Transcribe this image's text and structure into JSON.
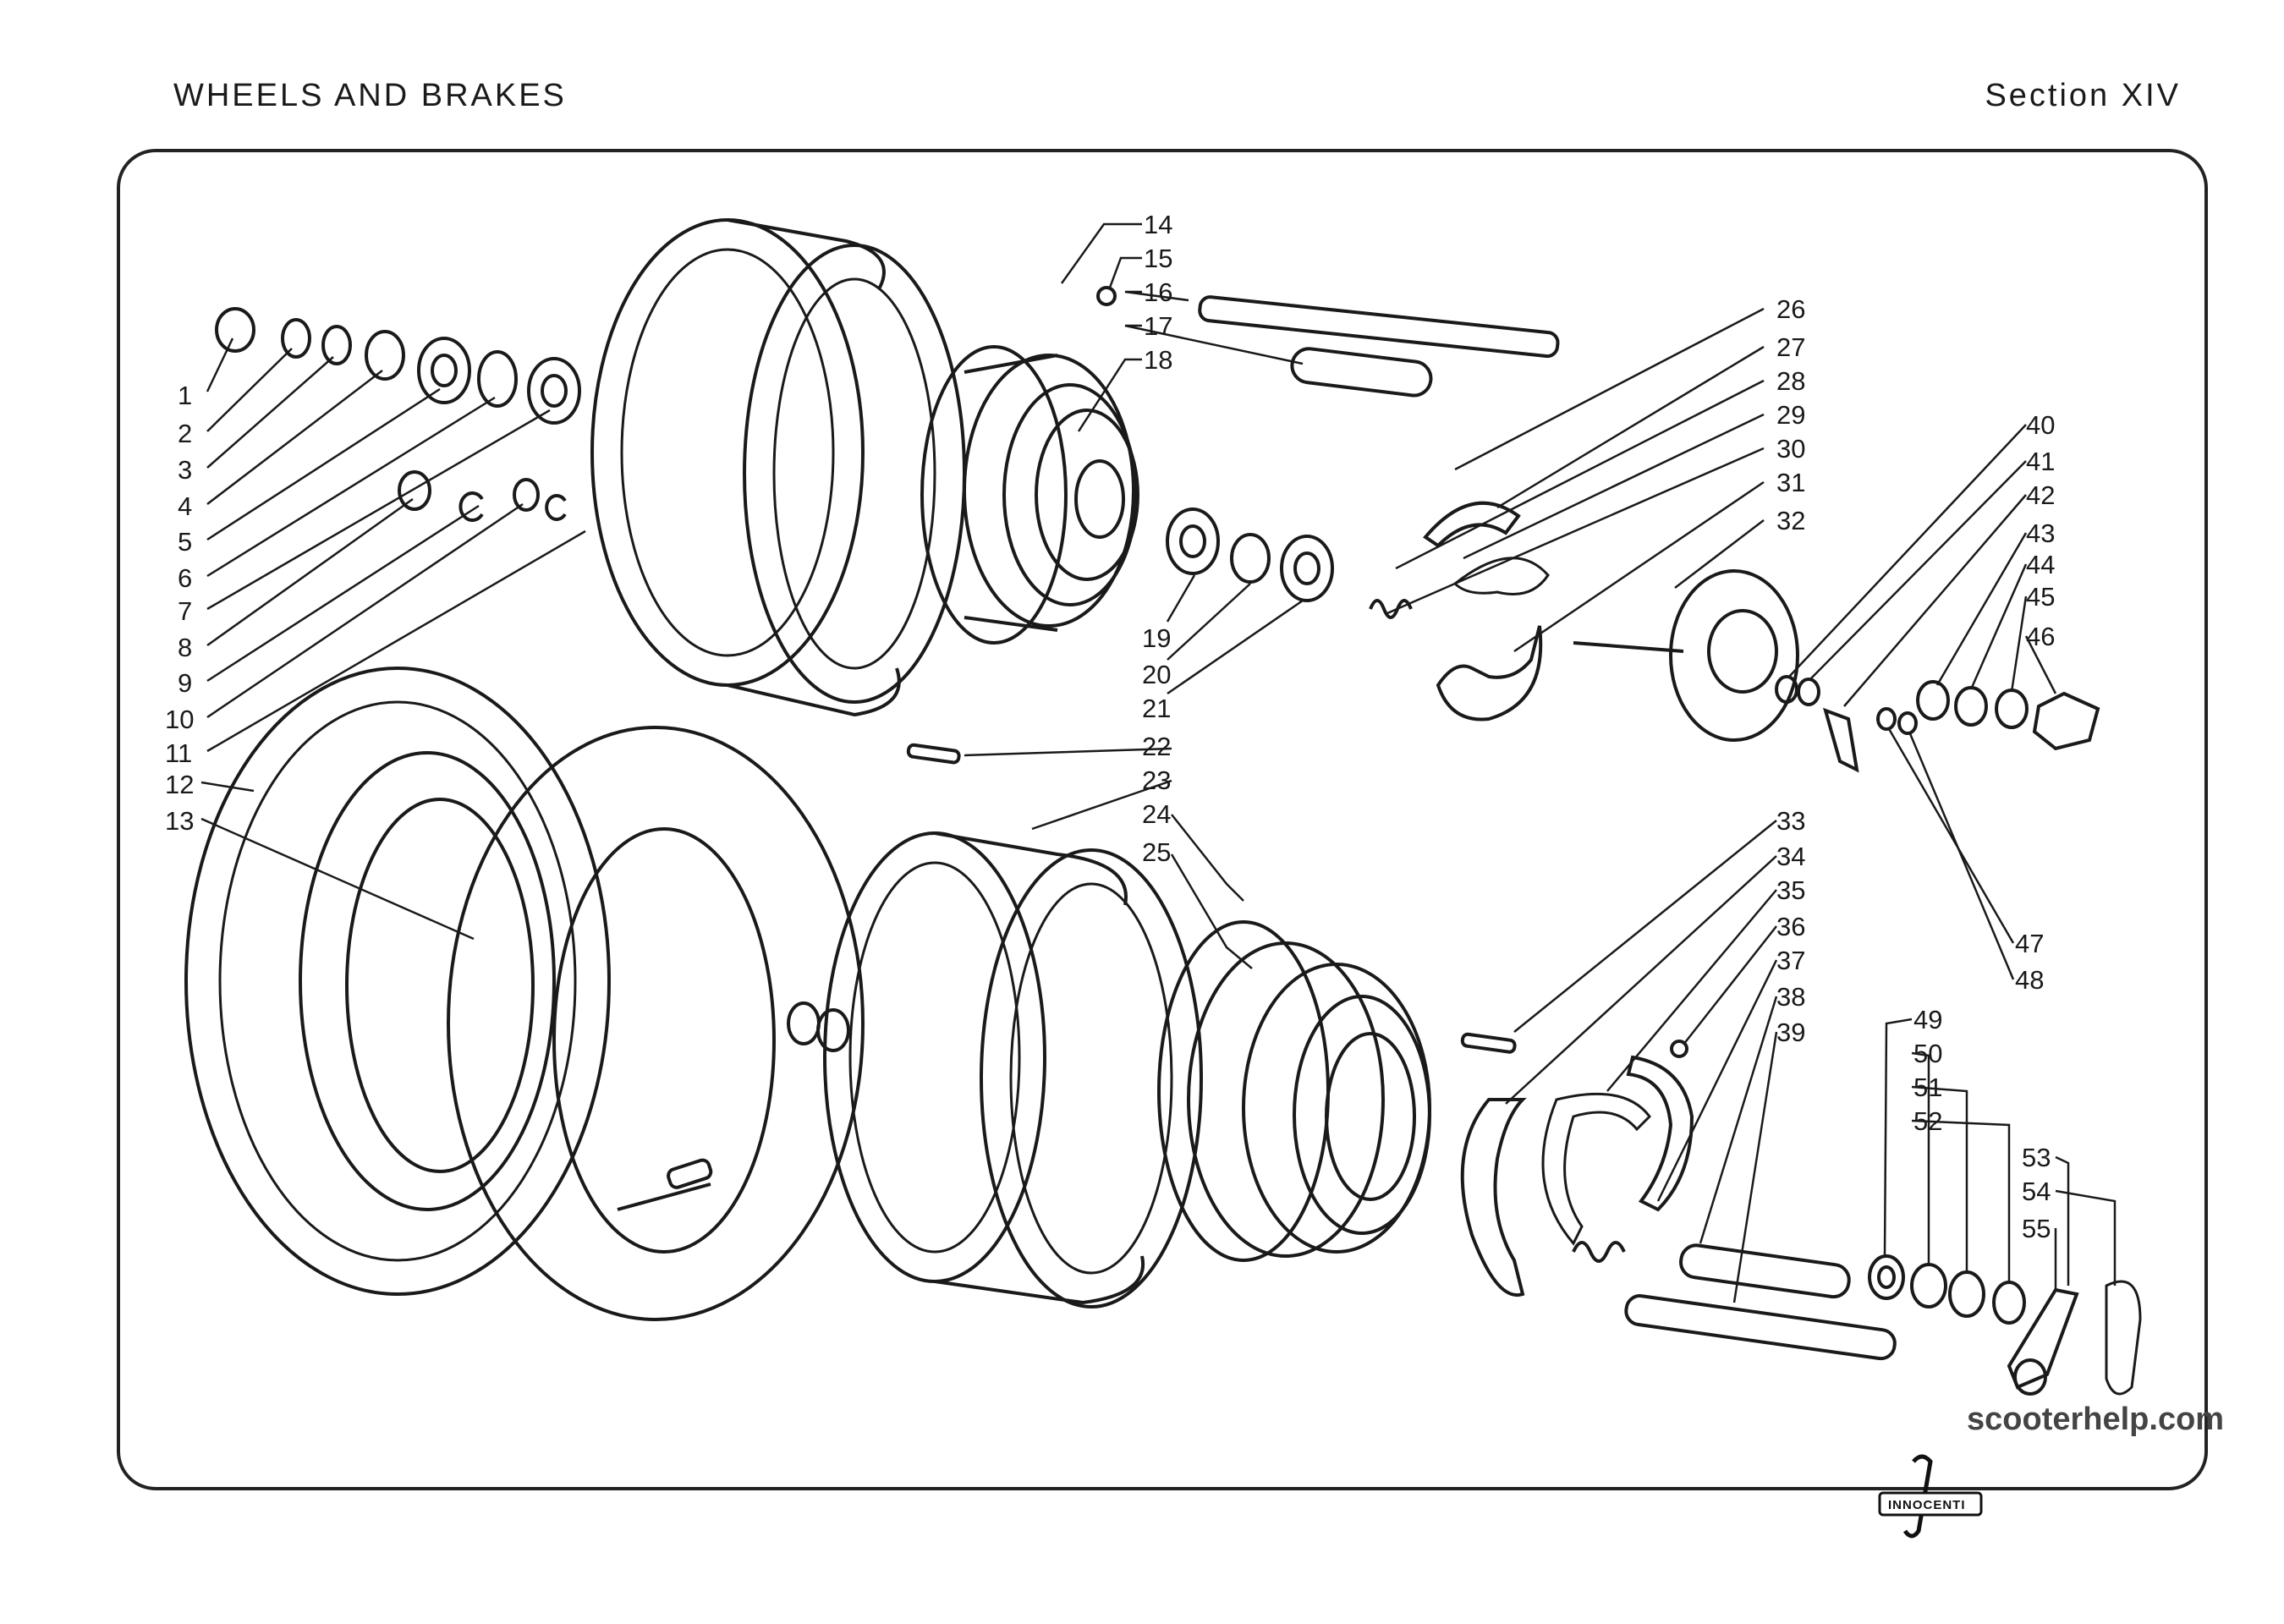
{
  "header": {
    "title": "WHEELS AND BRAKES",
    "section": "Section XIV"
  },
  "diagram": {
    "part_numbers": [
      "1",
      "2",
      "3",
      "4",
      "5",
      "6",
      "7",
      "8",
      "9",
      "10",
      "11",
      "12",
      "13",
      "14",
      "15",
      "16",
      "17",
      "18",
      "19",
      "20",
      "21",
      "22",
      "23",
      "24",
      "25",
      "26",
      "27",
      "28",
      "29",
      "30",
      "31",
      "32",
      "33",
      "34",
      "35",
      "36",
      "37",
      "38",
      "39",
      "40",
      "41",
      "42",
      "43",
      "44",
      "45",
      "46",
      "47",
      "48",
      "49",
      "50",
      "51",
      "52",
      "53",
      "54",
      "55"
    ]
  },
  "footer": {
    "brand": "INNOCENTI",
    "watermark": "scooterhelp.com"
  }
}
